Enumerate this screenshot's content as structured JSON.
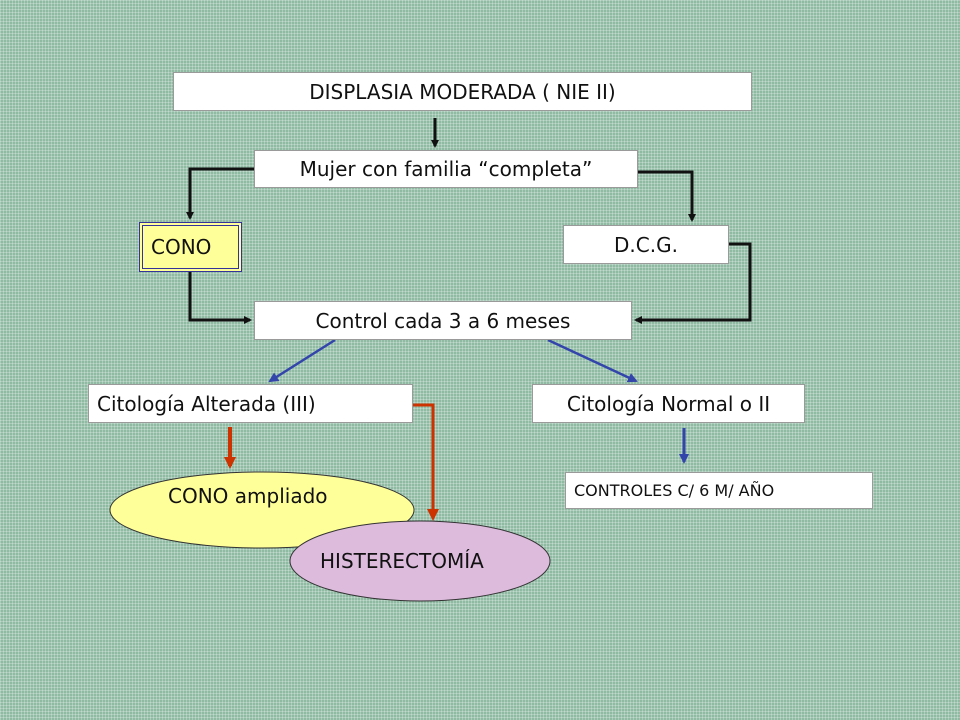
{
  "nodes": {
    "displasia": "DISPLASIA MODERADA ( NIE II)",
    "mujer": "Mujer  con  familia “completa”",
    "cono": "CONO",
    "dcg": "D.C.G.",
    "control": "Control cada 3 a 6 meses",
    "cito_alterada": "Citología Alterada (III)",
    "cito_normal": "Citología Normal o II",
    "controles": "CONTROLES C/ 6 M/ AÑO",
    "cono_ampliado": "CONO ampliado",
    "histerectomia": "HISTERECTOMÍA"
  },
  "colors": {
    "background": "#8fbba3",
    "box": "#ffffff",
    "cono_fill": "#ffff99",
    "cono_border": "#333399",
    "cono_ampliado_fill": "#ffff99",
    "histerectomia_fill": "#ddbbdd",
    "arrow_black": "#111111",
    "arrow_blue": "#3344aa",
    "arrow_red": "#cc3300"
  }
}
